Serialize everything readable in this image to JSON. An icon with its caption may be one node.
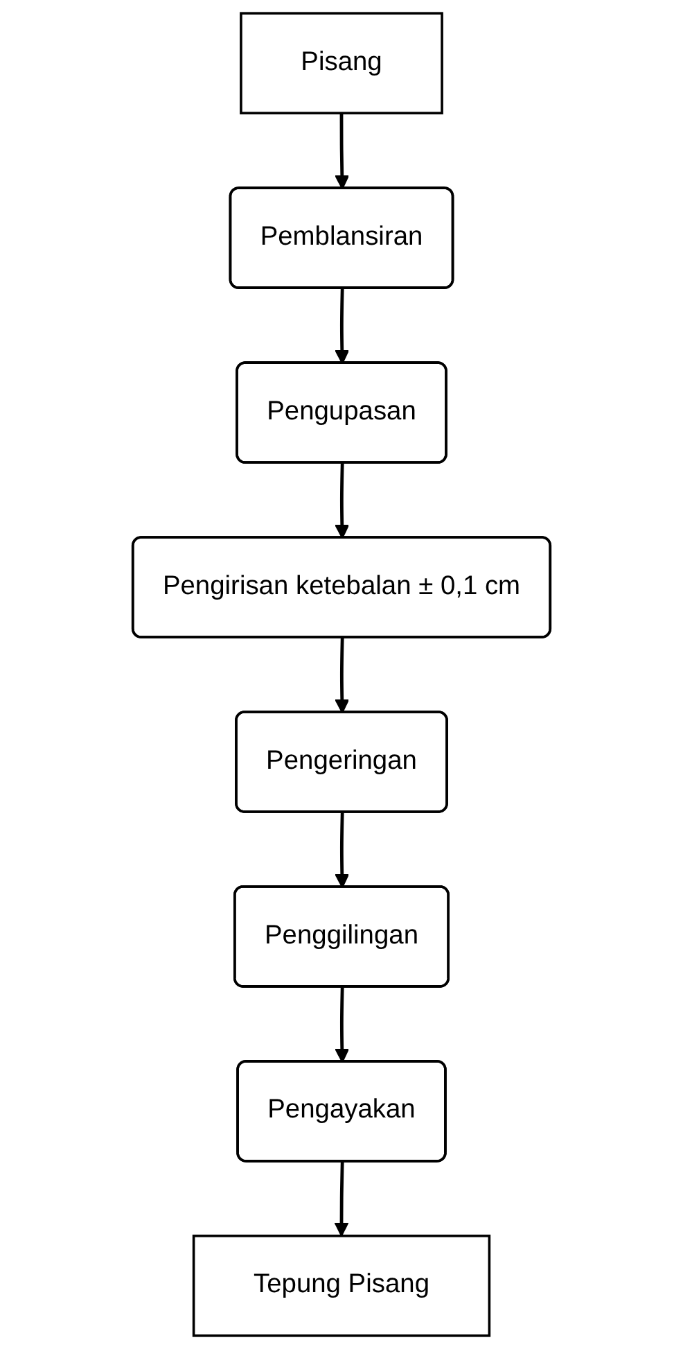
{
  "diagram": {
    "nodes": [
      {
        "text": [
          "Pisang"
        ]
      },
      {
        "text": [
          "Pemblansiran"
        ]
      },
      {
        "text": [
          "Pengupasan"
        ]
      },
      {
        "text": [
          "Pengirisan ketebalan ± 0,1 cm"
        ]
      },
      {
        "text": [
          "Pengeringan"
        ]
      },
      {
        "text": [
          "Penggilingan"
        ]
      },
      {
        "text": [
          "Pengayakan"
        ]
      },
      {
        "text": [
          "Tepung Pisang"
        ]
      }
    ],
    "edges": [
      {
        "from": 0,
        "to": 1,
        "arrow": "to"
      },
      {
        "from": 1,
        "to": 2,
        "arrow": "to"
      },
      {
        "from": 2,
        "to": 3,
        "arrow": "to"
      },
      {
        "from": 3,
        "to": 4,
        "arrow": "to"
      },
      {
        "from": 4,
        "to": 5,
        "arrow": "to"
      },
      {
        "from": 5,
        "to": 6,
        "arrow": "to"
      },
      {
        "from": 6,
        "to": 7,
        "arrow": "to"
      }
    ]
  }
}
